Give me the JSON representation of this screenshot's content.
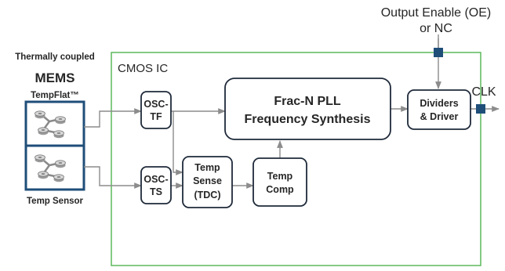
{
  "colors": {
    "ic_border": "#5cb85c",
    "block_border": "#1f2a3a",
    "wire": "#8c8c8c",
    "mems_frame": "#1f4e79",
    "pin": "#1f4e79",
    "text": "#262626"
  },
  "mems": {
    "title_line1": "Thermally coupled",
    "title_line2": "MEMS",
    "title_line3": "TempFlat™",
    "bottom_label": "Temp Sensor",
    "resonator_icon": "mems-resonator-icon"
  },
  "ic": {
    "label": "CMOS IC"
  },
  "blocks": {
    "osc_tf": {
      "line1": "OSC-",
      "line2": "TF"
    },
    "osc_ts": {
      "line1": "OSC-",
      "line2": "TS"
    },
    "pll": {
      "line1": "Frac-N PLL",
      "line2": "Frequency Synthesis"
    },
    "temp_sense": {
      "line1": "Temp",
      "line2": "Sense",
      "line3": "(TDC)"
    },
    "temp_comp": {
      "line1": "Temp",
      "line2": "Comp"
    },
    "dividers": {
      "line1": "Dividers",
      "line2": "& Driver"
    }
  },
  "pins": {
    "output_enable": {
      "line1": "Output Enable (OE)",
      "line2": "or NC"
    },
    "clk": {
      "label": "CLK"
    }
  },
  "connections": [
    {
      "from": "MEMS TempFlat",
      "to": "OSC-TF"
    },
    {
      "from": "MEMS Temp Sensor",
      "to": "OSC-TS"
    },
    {
      "from": "OSC-TF",
      "to": "Frac-N PLL Frequency Synthesis"
    },
    {
      "from": "OSC-TF",
      "to": "Temp Sense (TDC)"
    },
    {
      "from": "OSC-TS",
      "to": "Temp Sense (TDC)"
    },
    {
      "from": "Temp Sense (TDC)",
      "to": "Temp Comp"
    },
    {
      "from": "Temp Comp",
      "to": "Frac-N PLL Frequency Synthesis"
    },
    {
      "from": "Frac-N PLL Frequency Synthesis",
      "to": "Dividers & Driver"
    },
    {
      "from": "Output Enable (OE) or NC",
      "to": "Dividers & Driver"
    },
    {
      "from": "Dividers & Driver",
      "to": "CLK"
    }
  ]
}
